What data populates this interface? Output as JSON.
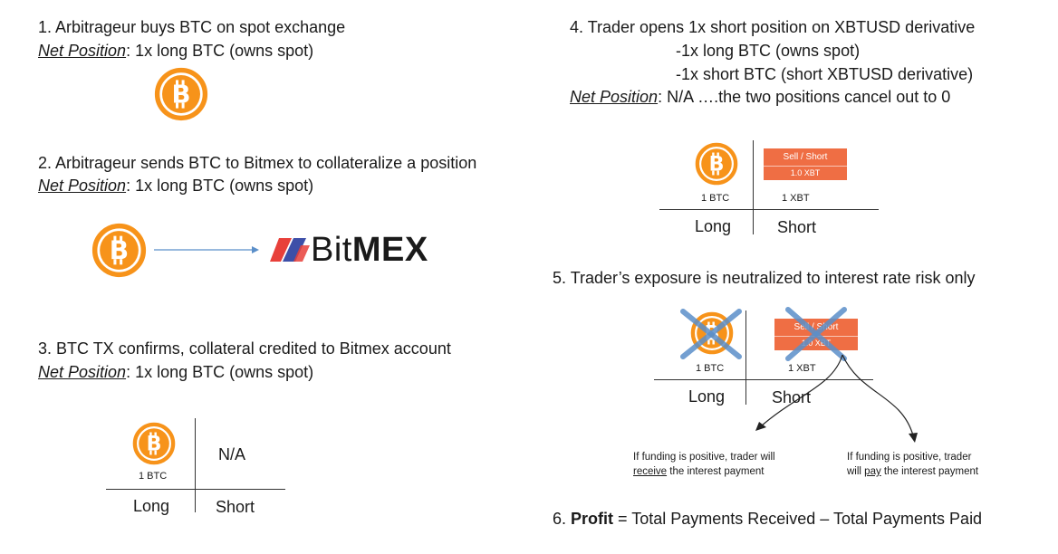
{
  "step1": {
    "title": "1.   Arbitrageur buys BTC on spot exchange",
    "np_label": "Net Position",
    "np_value": ": 1x long BTC (owns spot)"
  },
  "step2": {
    "title": "2. Arbitrageur sends BTC to Bitmex to collateralize a position",
    "np_label": "Net Position",
    "np_value": ": 1x long BTC (owns spot)",
    "logo_light": "Bit",
    "logo_bold": "MEX"
  },
  "step3": {
    "title": "3. BTC TX confirms, collateral credited to Bitmex account",
    "np_label": "Net Position",
    "np_value": ": 1x long BTC (owns spot)",
    "table": {
      "long_amount": "1 BTC",
      "short_value": "N/A",
      "long_label": "Long",
      "short_label": "Short"
    }
  },
  "step4": {
    "title": "4. Trader opens 1x short position on XBTUSD derivative",
    "line1": "-1x long BTC (owns spot)",
    "line2": "-1x short BTC (short XBTUSD derivative)",
    "np_label": "Net Position",
    "np_value": ": N/A ….the two positions cancel out to 0",
    "table": {
      "long_amount": "1 BTC",
      "short_amount": "1 XBT",
      "box_line1": "Sell / Short",
      "box_line2": "1.0 XBT",
      "long_label": "Long",
      "short_label": "Short"
    }
  },
  "step5": {
    "title": "5. Trader’s exposure is neutralized to interest rate risk only",
    "table": {
      "long_amount": "1 BTC",
      "short_amount": "1 XBT",
      "box_line1": "Sell / Short",
      "box_line2": "1.0 XBT",
      "long_label": "Long",
      "short_label": "Short"
    },
    "note_left_1": "If funding is positive, trader will",
    "note_left_2_u": "receive",
    "note_left_2_rest": " the interest payment",
    "note_right_1": "If funding is positive, trader",
    "note_right_2_pre": "will ",
    "note_right_2_u": "pay",
    "note_right_2_rest": " the interest payment"
  },
  "step6": {
    "prefix": "6. ",
    "bold": "Profit",
    "rest": " = Total Payments Received – Total Payments Paid"
  },
  "colors": {
    "bitcoin_orange": "#f7931a",
    "short_box": "#ef6e44",
    "cross_blue": "#5b8fc9",
    "arrow_blue": "#5b8fc9",
    "bitmex_red": "#e8403a",
    "bitmex_blue": "#3d4fa8"
  }
}
